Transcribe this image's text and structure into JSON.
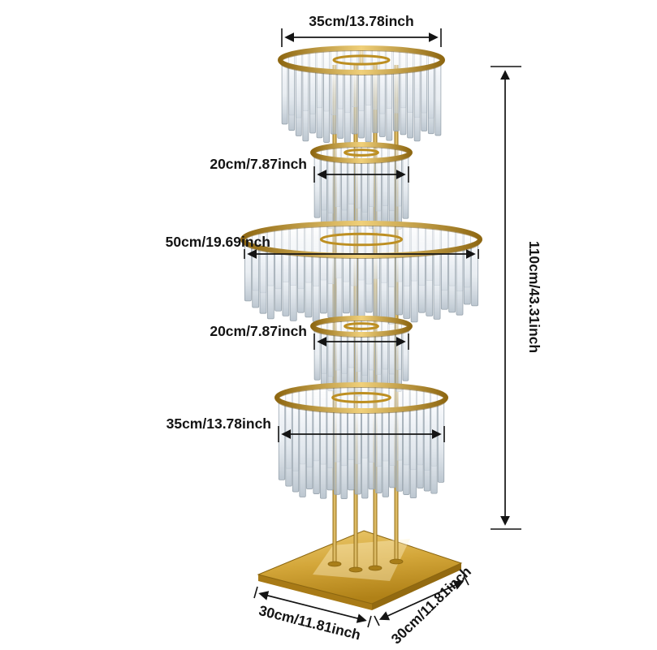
{
  "diagram": {
    "colors": {
      "gold": "#c9992b",
      "crystal": "#d8e0e8",
      "annotation": "#141414",
      "background": "#ffffff"
    },
    "dimensions": {
      "tier1_width": "35cm/13.78inch",
      "tier2_width": "20cm/7.87inch",
      "tier3_width": "50cm/19.69inch",
      "tier4_width": "20cm/7.87inch",
      "tier5_width": "35cm/13.78inch",
      "total_height": "110cm/43.31inch",
      "base_width": "30cm/11.81inch",
      "base_depth": "30cm/11.81inch"
    }
  }
}
